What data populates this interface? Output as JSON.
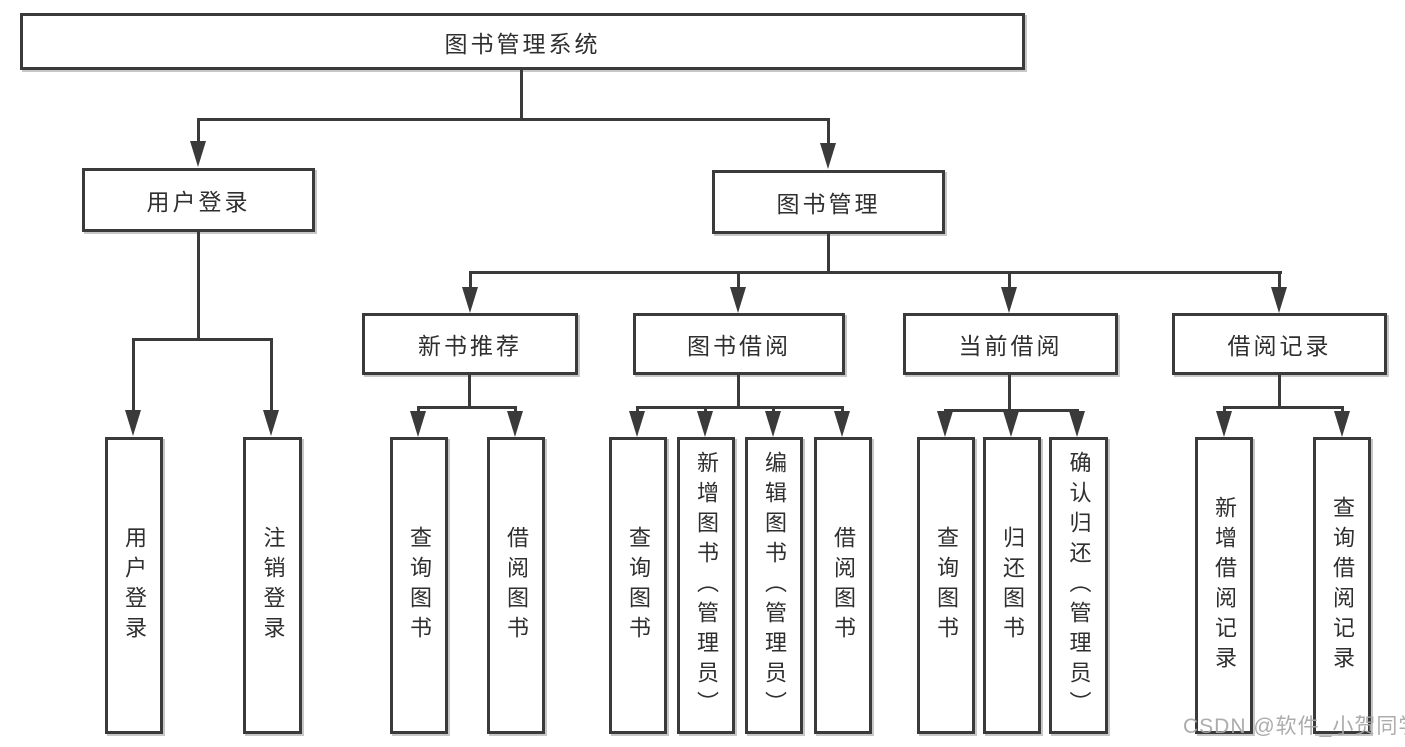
{
  "diagram_type": "functional-structure-tree",
  "colors": {
    "line": "#3a3a3a",
    "box_border": "#3a3a3a",
    "box_fill": "#ffffff",
    "text": "#2f2f2f",
    "watermark": "#a8a8a8"
  },
  "nodes": {
    "root": "图书管理系统",
    "user_login": "用户登录",
    "book_mgmt": "图书管理",
    "new_book_rec": "新书推荐",
    "book_borrow": "图书借阅",
    "current_borrow": "当前借阅",
    "borrow_record": "借阅记录",
    "leaf_user_login": "用户登录",
    "leaf_logout": "注销登录",
    "leaf_rec_query": "查询图书",
    "leaf_rec_borrow": "借阅图书",
    "leaf_bb_query": "查询图书",
    "leaf_bb_add": "新增图书（管理员）",
    "leaf_bb_edit": "编辑图书（管理员）",
    "leaf_bb_borrow": "借阅图书",
    "leaf_cb_query": "查询图书",
    "leaf_cb_return": "归还图书",
    "leaf_cb_confirm": "确认归还（管理员）",
    "leaf_br_add": "新增借阅记录",
    "leaf_br_query": "查询借阅记录"
  },
  "tree": {
    "图书管理系统": {
      "用户登录": [
        "用户登录",
        "注销登录"
      ],
      "图书管理": {
        "新书推荐": [
          "查询图书",
          "借阅图书"
        ],
        "图书借阅": [
          "查询图书",
          "新增图书（管理员）",
          "编辑图书（管理员）",
          "借阅图书"
        ],
        "当前借阅": [
          "查询图书",
          "归还图书",
          "确认归还（管理员）"
        ],
        "借阅记录": [
          "新增借阅记录",
          "查询借阅记录"
        ]
      }
    }
  },
  "watermark": "CSDN @软件_小贺同学"
}
